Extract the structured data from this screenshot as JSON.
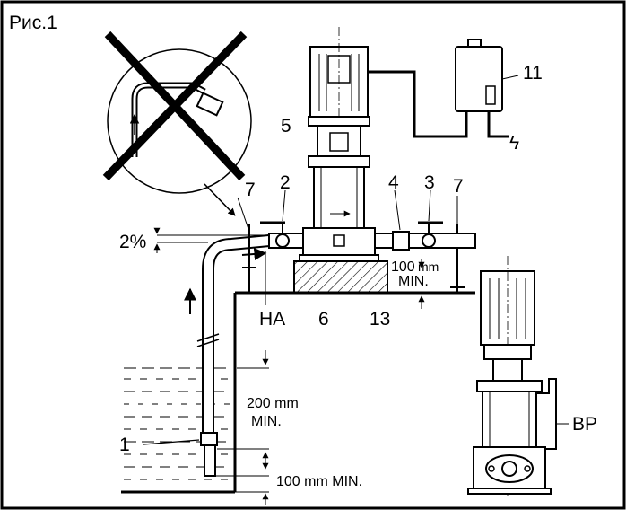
{
  "figure": {
    "title": "Рис.1",
    "callouts": {
      "n1": "1",
      "n2": "2",
      "n3": "3",
      "n4": "4",
      "n5": "5",
      "n6": "6",
      "n7a": "7",
      "n7b": "7",
      "n11": "11",
      "n13": "13",
      "ha": "HA",
      "bp": "BP",
      "slope": "2%"
    },
    "dimensions": {
      "min_100_top_value": "100",
      "min_100_top_unit": "mm",
      "min_100_top_min": "MIN.",
      "min_200_value": "200 mm",
      "min_200_min": "MIN.",
      "min_100_bottom": "100 mm MIN."
    },
    "electric_symbol": "ϟ"
  }
}
